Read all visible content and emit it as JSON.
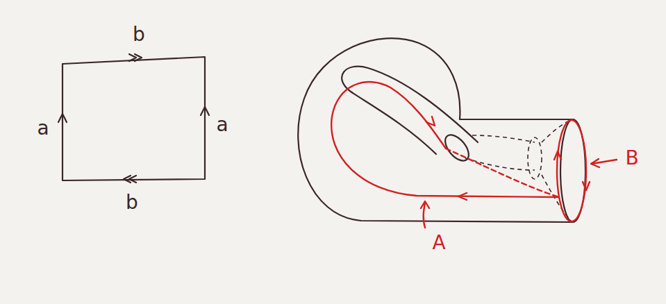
{
  "diagram": {
    "labels": [
      "b",
      "a",
      "a",
      "b",
      "B",
      "A"
    ]
  }
}
